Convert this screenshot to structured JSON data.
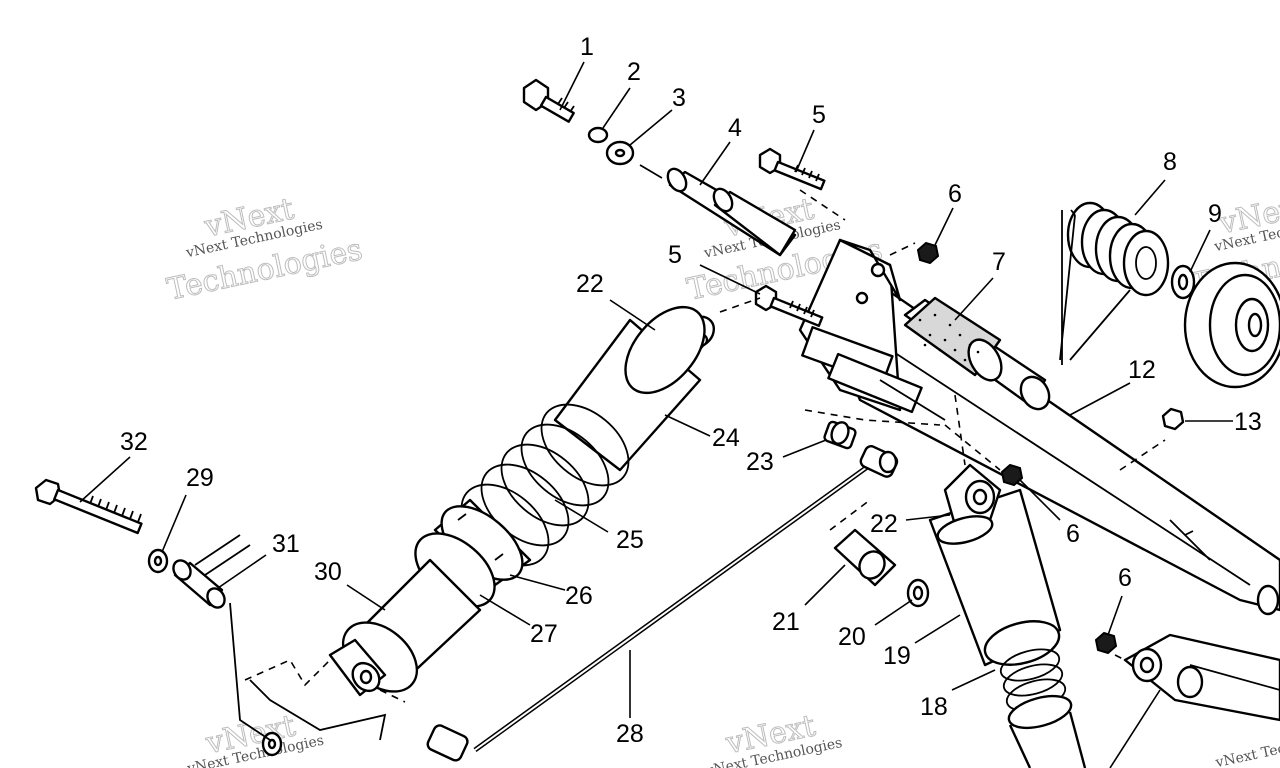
{
  "watermark": {
    "line1": "vNext",
    "line2": "Technologies",
    "small": "vNext Technologies"
  },
  "callouts": [
    "1",
    "2",
    "3",
    "4",
    "5",
    "5",
    "6",
    "6",
    "6",
    "7",
    "8",
    "9",
    "12",
    "13",
    "18",
    "19",
    "20",
    "21",
    "22",
    "22",
    "23",
    "24",
    "25",
    "26",
    "27",
    "28",
    "29",
    "30",
    "31",
    "32"
  ]
}
